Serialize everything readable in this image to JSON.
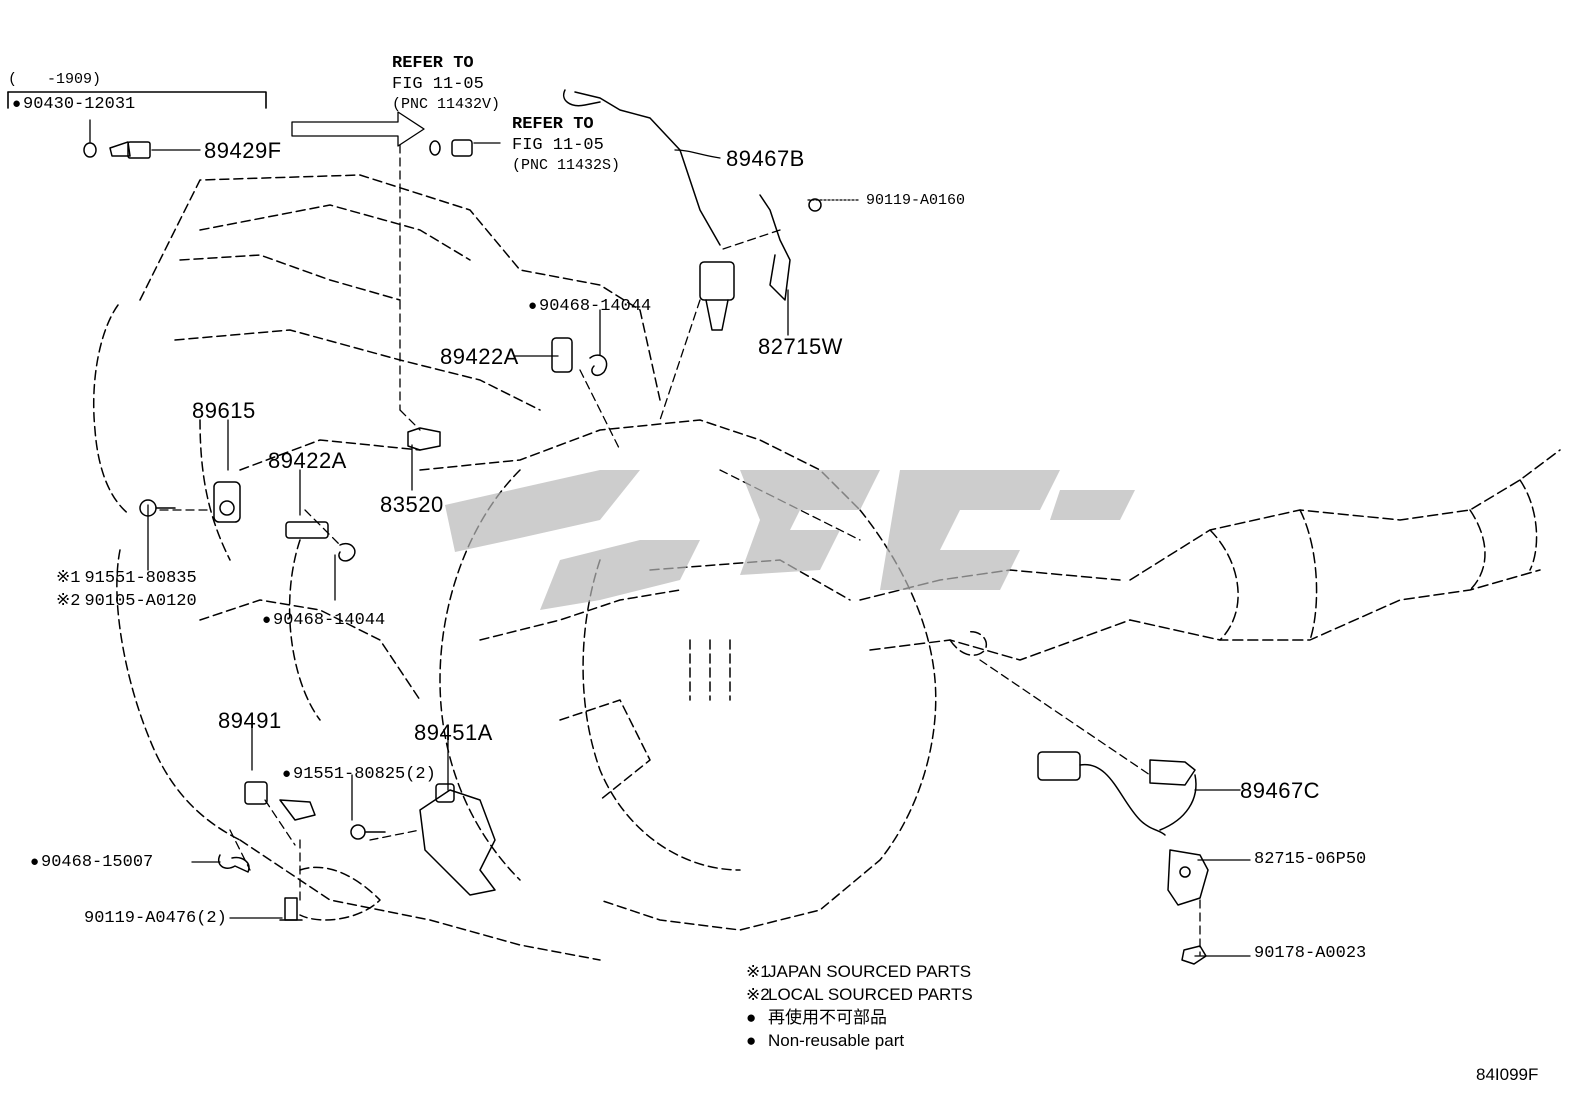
{
  "diagram_code": "84I099F",
  "date_note": "(　　-1909)",
  "refer_1": {
    "line1": "REFER TO",
    "line2": "FIG 11-05",
    "line3": "(PNC 11432V)"
  },
  "refer_2": {
    "line1": "REFER TO",
    "line2": "FIG 11-05",
    "line3": "(PNC 11432S)"
  },
  "parts": {
    "p90430": "90430-12031",
    "p89429F": "89429F",
    "p89467B": "89467B",
    "p90119A0160": "90119-A0160",
    "p90468_14044_top": "90468-14044",
    "p89422A_top": "89422A",
    "p82715W": "82715W",
    "p89615": "89615",
    "p89422A_mid": "89422A",
    "p83520": "83520",
    "p91551_80835": "91551-80835",
    "p90105_A0120": "90105-A0120",
    "p90468_14044_mid": "90468-14044",
    "p89491": "89491",
    "p91551_80825": "91551-80825(2)",
    "p89451A": "89451A",
    "p90468_15007": "90468-15007",
    "p90119_A0476": "90119-A0476(2)",
    "p89467C": "89467C",
    "p82715_06P50": "82715-06P50",
    "p90178_A0023": "90178-A0023"
  },
  "note_marks": {
    "m1": "※1",
    "m2": "※2"
  },
  "legend": {
    "l1": {
      "mark": "※1",
      "text": "JAPAN SOURCED PARTS"
    },
    "l2": {
      "mark": "※2",
      "text": "LOCAL SOURCED PARTS"
    },
    "l3": {
      "mark": "●",
      "text": "再使用不可部品"
    },
    "l4": {
      "mark": "●",
      "text": "Non-reusable part"
    }
  }
}
